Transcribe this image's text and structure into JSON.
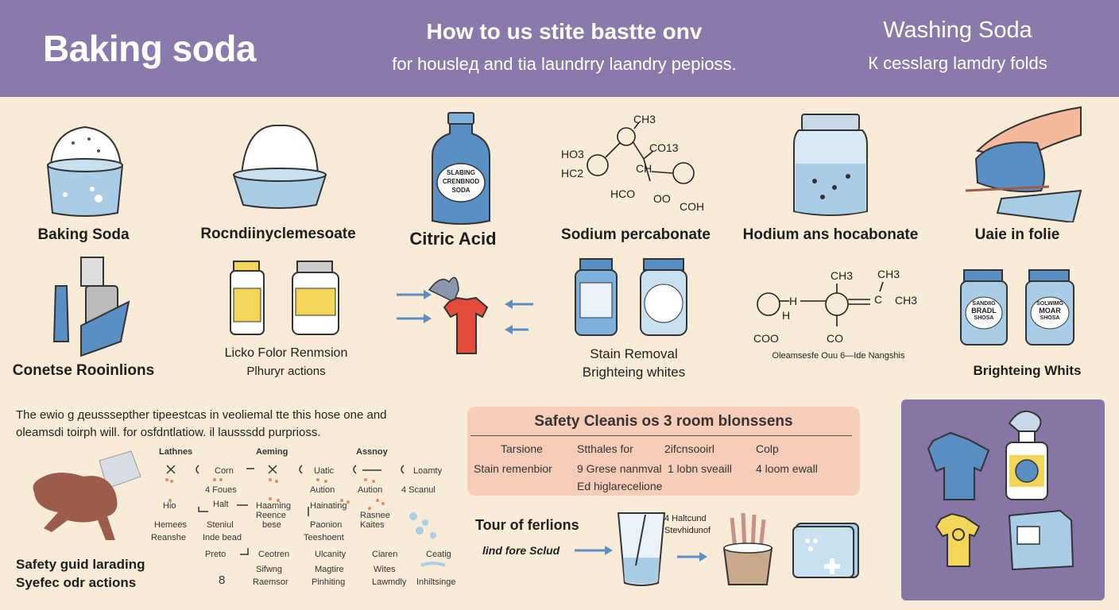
{
  "header": {
    "left_title": "Baking soda",
    "center_line1": "How to us stite bastte onv",
    "center_line2": "for housleд and tia laundrry laandry pepioss.",
    "right_line1": "Washing Soda",
    "right_line2": "К cesslarg lamdry folds"
  },
  "row1": {
    "items": [
      {
        "label": "Baking Soda"
      },
      {
        "label": "Rocndiinyclemesoate"
      },
      {
        "label": "Citric Acid",
        "jar_text": [
          "SLABING",
          "CRENBNOD",
          "SODA"
        ]
      },
      {
        "label": "Sodium percabonate",
        "chem": [
          "CH3",
          "HO3",
          "HC2",
          "CO13",
          "CH",
          "HCO",
          "OO",
          "COH"
        ]
      },
      {
        "label": "Hodium ans hocabonate"
      },
      {
        "label": "Uaie in folie"
      }
    ]
  },
  "row2": {
    "left_label": "Conetse Rooinlions",
    "pair_label1": "Licko Folor Renmsion",
    "pair_label2": "Plhuryr actions",
    "stain_label1": "Stain Removal",
    "stain_label2": "Brighteing whites",
    "chem": [
      "CH3",
      "CH3",
      "H",
      "H",
      "C",
      "CH3",
      "COO",
      "CO"
    ],
    "chem_caption": "Oleamsesfe Ouu 6—Ide Nangshis",
    "right_label": "Brighteing Whits",
    "jar_right_text": [
      "SANDIIG",
      "BRADL",
      "SHOSA"
    ],
    "jar_right_text2": [
      "SOLWIMG",
      "MOAR",
      "SHOSA"
    ]
  },
  "lower_left": {
    "paragraph_line1": "The ewio g дeusssepther tipeestcas in veoliemal tte this hose one and",
    "paragraph_line2": "oleamsdі toirph will. for osfdntlatiow. il lausssdd purprioss.",
    "caption1": "Safety guid larading",
    "caption2": "Syefec odr actions",
    "grid_headers": [
      "Lathnes",
      "Aeming",
      "Assnoy"
    ],
    "grid_cells": [
      "Corn",
      "Uatic",
      "Loamty",
      "4 Foues",
      "Aution",
      "Aution",
      "4 Scanul",
      "Hio",
      "Halt",
      "Haaming",
      "Hainating",
      "Reence",
      "bese",
      "Rasnee",
      "Kaites",
      "Hemees",
      "Steniul",
      "Paonion",
      "Reanshe",
      "Inde bead",
      "Teeshoent",
      "Preto",
      "Ceotren",
      "Ulcanity",
      "Ciaren",
      "Ceatig",
      "Sifwng",
      "Magtire",
      "Wites",
      "Raemsor",
      "Pinhiting",
      "Lawmdly",
      "Inhiltsinge",
      "8"
    ]
  },
  "safety": {
    "title": "Safety Cleanis os 3 room blonssens",
    "row1": [
      "Tarsione",
      "Stthales for",
      "2ifcnsooirl",
      "Colp"
    ],
    "row2": [
      "Stain remenbior",
      "9 Grese nanmval",
      "1 lobn sveaill",
      "4 loom ewall"
    ],
    "row3": "Ed higlarecelione"
  },
  "tour": {
    "title": "Tour of ferlions",
    "arrow_label": "lind fore Sclud",
    "note1": "4 Haltcund",
    "note2": "Stevhidunof"
  },
  "colors": {
    "banner": "#8a7aab",
    "background": "#f8ecd8",
    "blue": "#5a8fc4",
    "light_blue": "#a9cde6",
    "yellow": "#f3d55a",
    "red": "#e34b3a",
    "peach_box": "#f6cdb8",
    "purple_panel": "#8676a6",
    "brown": "#9b5c4a"
  },
  "icons": [
    "bowl-icon",
    "tub-icon",
    "bottle-icon",
    "molecule-icon",
    "jar-icon",
    "hand-icon",
    "spray-icon",
    "pill-jar-icon",
    "shirt-icon",
    "arrow-icon",
    "creature-icon",
    "cup-icon",
    "basket-icon",
    "box-icon"
  ]
}
